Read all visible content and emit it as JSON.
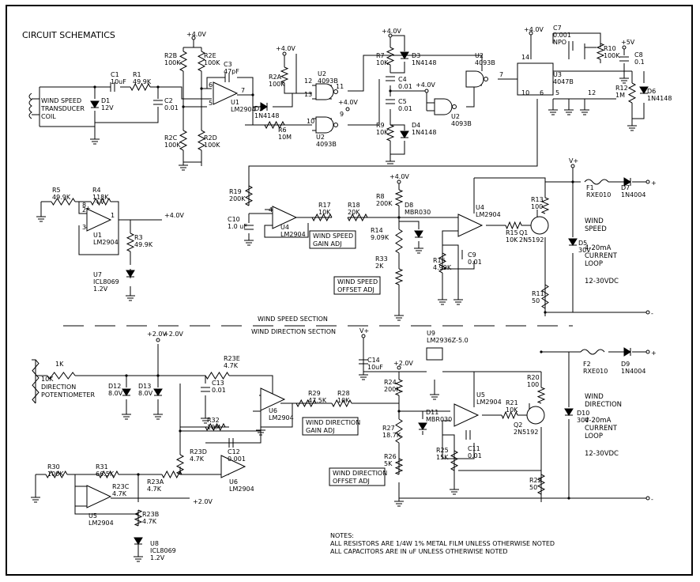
{
  "title": "CIRCUIT SCHEMATICS",
  "sections": {
    "speed": "WIND SPEED SECTION",
    "direction": "WIND DIRECTION SECTION"
  },
  "notes": {
    "heading": "NOTES:",
    "line1": "ALL RESISTORS ARE 1/4W 1% METAL FILM UNLESS OTHERWISE NOTED",
    "line2": "ALL CAPACITORS ARE IN uF UNLESS OTHERWISE NOTED"
  },
  "adjust_boxes": {
    "speed_gain": [
      "WIND SPEED",
      "GAIN ADJ"
    ],
    "speed_offset": [
      "WIND SPEED",
      "OFFSET ADJ"
    ],
    "dir_gain": [
      "WIND DIRECTION",
      "GAIN ADJ"
    ],
    "dir_offset": [
      "WIND DIRECTION",
      "OFFSET ADJ"
    ]
  },
  "speed_output": [
    "WIND",
    "SPEED",
    "4-20mA",
    "CURRENT",
    "LOOP",
    "12-30VDC"
  ],
  "direction_output": [
    "WIND",
    "DIRECTION",
    "4-20mA",
    "CURRENT",
    "LOOP",
    "12-30VDC"
  ],
  "transducer": [
    "WIND SPEED",
    "TRANSDUCER",
    "COIL"
  ],
  "potentiometer": [
    "10K",
    "DIRECTION",
    "POTENTIOMETER"
  ],
  "rails": {
    "v4": "+4.0V",
    "v5": "+5V",
    "v2": "+2.0V",
    "v2a": "+2.0V",
    "vplus": "V+",
    "plus": "+",
    "minus": "-"
  },
  "labels": [
    {
      "id": "c1",
      "lines": [
        "C1",
        "10uF"
      ]
    },
    {
      "id": "r1",
      "lines": [
        "R1",
        "49.9K"
      ]
    },
    {
      "id": "d1",
      "lines": [
        "D1",
        "12V"
      ]
    },
    {
      "id": "c2",
      "lines": [
        "C2",
        "0.01"
      ]
    },
    {
      "id": "r2b",
      "lines": [
        "R2B",
        "100K"
      ]
    },
    {
      "id": "r2e",
      "lines": [
        "R2E",
        "100K"
      ]
    },
    {
      "id": "c3",
      "lines": [
        "C3",
        "47pF"
      ]
    },
    {
      "id": "r2c",
      "lines": [
        "R2C",
        "100K"
      ]
    },
    {
      "id": "r2d",
      "lines": [
        "R2D",
        "100K"
      ]
    },
    {
      "id": "u1a",
      "lines": [
        "U1",
        "LM2904"
      ]
    },
    {
      "id": "r2a",
      "lines": [
        "R2A",
        "100K"
      ]
    },
    {
      "id": "d2",
      "lines": [
        "D2",
        "1N4148"
      ]
    },
    {
      "id": "u2a",
      "lines": [
        "U2",
        "4093B"
      ]
    },
    {
      "id": "r6",
      "lines": [
        "R6",
        "10M"
      ]
    },
    {
      "id": "u2b",
      "lines": [
        "U2",
        "4093B"
      ]
    },
    {
      "id": "r7",
      "lines": [
        "R7",
        "10K"
      ]
    },
    {
      "id": "d3",
      "lines": [
        "D3",
        "1N4148"
      ]
    },
    {
      "id": "c4",
      "lines": [
        "C4",
        "0.01"
      ]
    },
    {
      "id": "c5",
      "lines": [
        "C5",
        "0.01"
      ]
    },
    {
      "id": "r9",
      "lines": [
        "R9",
        "10K"
      ]
    },
    {
      "id": "d4",
      "lines": [
        "D4",
        "1N4148"
      ]
    },
    {
      "id": "u2c",
      "lines": [
        "U2",
        "4093B"
      ]
    },
    {
      "id": "u2d",
      "lines": [
        "U2",
        "4093B"
      ]
    },
    {
      "id": "c7",
      "lines": [
        "C7",
        "0.001",
        "NPO"
      ]
    },
    {
      "id": "r10",
      "lines": [
        "R10",
        "100K"
      ]
    },
    {
      "id": "c8",
      "lines": [
        "C8",
        "0.1"
      ]
    },
    {
      "id": "u3",
      "lines": [
        "U3",
        "4047B"
      ]
    },
    {
      "id": "r12",
      "lines": [
        "R12",
        "1M"
      ]
    },
    {
      "id": "d6",
      "lines": [
        "D6",
        "1N4148"
      ]
    },
    {
      "id": "r5",
      "lines": [
        "R5",
        "49.9K"
      ]
    },
    {
      "id": "r4",
      "lines": [
        "R4",
        "118K"
      ]
    },
    {
      "id": "u1b",
      "lines": [
        "U1",
        "LM2904"
      ]
    },
    {
      "id": "r3",
      "lines": [
        "R3",
        "49.9K"
      ]
    },
    {
      "id": "u7",
      "lines": [
        "U7",
        "ICL8069",
        "1.2V"
      ]
    },
    {
      "id": "r19",
      "lines": [
        "R19",
        "200K"
      ]
    },
    {
      "id": "c10",
      "lines": [
        "C10",
        "1.0 uF"
      ]
    },
    {
      "id": "u4a",
      "lines": [
        "U4",
        "LM2904"
      ]
    },
    {
      "id": "r17",
      "lines": [
        "R17",
        "10K"
      ]
    },
    {
      "id": "r18",
      "lines": [
        "R18",
        "20K"
      ]
    },
    {
      "id": "r8",
      "lines": [
        "R8",
        "200K"
      ]
    },
    {
      "id": "d8",
      "lines": [
        "D8",
        "MBR030"
      ]
    },
    {
      "id": "r14",
      "lines": [
        "R14",
        "9.09K"
      ]
    },
    {
      "id": "r33",
      "lines": [
        "R33",
        "2K"
      ]
    },
    {
      "id": "u4b",
      "lines": [
        "U4",
        "LM2904"
      ]
    },
    {
      "id": "r15",
      "lines": [
        "R15",
        "10K"
      ]
    },
    {
      "id": "q1",
      "lines": [
        "Q1",
        "2N5192"
      ]
    },
    {
      "id": "r13",
      "lines": [
        "R13",
        "100"
      ]
    },
    {
      "id": "c9",
      "lines": [
        "C9",
        "0.01"
      ]
    },
    {
      "id": "r16",
      "lines": [
        "R16",
        "4.99K"
      ]
    },
    {
      "id": "r11",
      "lines": [
        "R11",
        "50"
      ]
    },
    {
      "id": "d5",
      "lines": [
        "D5",
        "30V"
      ]
    },
    {
      "id": "f1",
      "lines": [
        "F1",
        "RXE010"
      ]
    },
    {
      "id": "d7",
      "lines": [
        "D7",
        "1N4004"
      ]
    },
    {
      "id": "r_1k",
      "lines": [
        "1K"
      ]
    },
    {
      "id": "d12",
      "lines": [
        "D12",
        "8.0V"
      ]
    },
    {
      "id": "d13",
      "lines": [
        "D13",
        "8.0V"
      ]
    },
    {
      "id": "r23e",
      "lines": [
        "R23E",
        "4.7K"
      ]
    },
    {
      "id": "c13",
      "lines": [
        "C13",
        "0.01"
      ]
    },
    {
      "id": "u6a",
      "lines": [
        "U6",
        "LM2904"
      ]
    },
    {
      "id": "r32",
      "lines": [
        "R32",
        "10M"
      ]
    },
    {
      "id": "r23d",
      "lines": [
        "R23D",
        "4.7K"
      ]
    },
    {
      "id": "c12",
      "lines": [
        "C12",
        "0.001"
      ]
    },
    {
      "id": "u6b",
      "lines": [
        "U6",
        "LM2904"
      ]
    },
    {
      "id": "r29",
      "lines": [
        "R29",
        "47.5K"
      ]
    },
    {
      "id": "r28",
      "lines": [
        "R28",
        "10K"
      ]
    },
    {
      "id": "c14",
      "lines": [
        "C14",
        "10uF"
      ]
    },
    {
      "id": "u9",
      "lines": [
        "U9",
        "LM2936Z-5.0"
      ]
    },
    {
      "id": "r24",
      "lines": [
        "R24",
        "200K"
      ]
    },
    {
      "id": "r27",
      "lines": [
        "R27",
        "18.7K"
      ]
    },
    {
      "id": "d11",
      "lines": [
        "D11",
        "MBR030"
      ]
    },
    {
      "id": "r26",
      "lines": [
        "R26",
        "5K"
      ]
    },
    {
      "id": "u5a",
      "lines": [
        "U5",
        "LM2904"
      ]
    },
    {
      "id": "r21",
      "lines": [
        "R21",
        "10K"
      ]
    },
    {
      "id": "q2",
      "lines": [
        "Q2",
        "2N5192"
      ]
    },
    {
      "id": "r20",
      "lines": [
        "R20",
        "100"
      ]
    },
    {
      "id": "c11",
      "lines": [
        "C11",
        "0.01"
      ]
    },
    {
      "id": "r25",
      "lines": [
        "R25",
        "15K"
      ]
    },
    {
      "id": "r22",
      "lines": [
        "R22",
        "50"
      ]
    },
    {
      "id": "d10",
      "lines": [
        "D10",
        "30V"
      ]
    },
    {
      "id": "f2",
      "lines": [
        "F2",
        "RXE010"
      ]
    },
    {
      "id": "d9",
      "lines": [
        "D9",
        "1N4004"
      ]
    },
    {
      "id": "r30",
      "lines": [
        "R30",
        "100K"
      ]
    },
    {
      "id": "r31",
      "lines": [
        "R31",
        "66.5K"
      ]
    },
    {
      "id": "r23c",
      "lines": [
        "R23C",
        "4.7K"
      ]
    },
    {
      "id": "r23a",
      "lines": [
        "R23A",
        "4.7K"
      ]
    },
    {
      "id": "u5b",
      "lines": [
        "U5",
        "LM2904"
      ]
    },
    {
      "id": "r23b",
      "lines": [
        "R23B",
        "4.7K"
      ]
    },
    {
      "id": "u8",
      "lines": [
        "U8",
        "ICL8069",
        "1.2V"
      ]
    }
  ],
  "pins": [
    "6",
    "5",
    "7",
    "1",
    "2",
    "3",
    "8",
    "4",
    "11",
    "12",
    "13",
    "10",
    "9",
    "14",
    "5",
    "6",
    "7",
    "12",
    "10",
    "+V",
    "+",
    "-"
  ]
}
